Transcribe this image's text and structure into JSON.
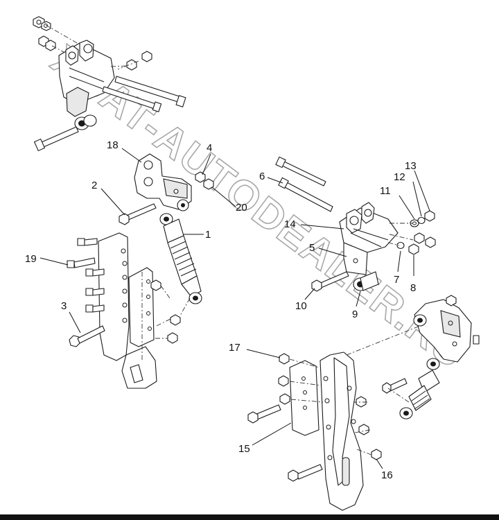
{
  "watermark": {
    "text": "XCAT-AUTODEALER.RU"
  },
  "callouts": [
    {
      "id": "label-1",
      "text": "1"
    },
    {
      "id": "label-2",
      "text": "2"
    },
    {
      "id": "label-3",
      "text": "3"
    },
    {
      "id": "label-4",
      "text": "4"
    },
    {
      "id": "label-5",
      "text": "5"
    },
    {
      "id": "label-6",
      "text": "6"
    },
    {
      "id": "label-7",
      "text": "7"
    },
    {
      "id": "label-8",
      "text": "8"
    },
    {
      "id": "label-9",
      "text": "9"
    },
    {
      "id": "label-10",
      "text": "10"
    },
    {
      "id": "label-11",
      "text": "11"
    },
    {
      "id": "label-12",
      "text": "12"
    },
    {
      "id": "label-13",
      "text": "13"
    },
    {
      "id": "label-14",
      "text": "14"
    },
    {
      "id": "label-15",
      "text": "15"
    },
    {
      "id": "label-16",
      "text": "16"
    },
    {
      "id": "label-17",
      "text": "17"
    },
    {
      "id": "label-18",
      "text": "18"
    },
    {
      "id": "label-19",
      "text": "19"
    },
    {
      "id": "label-20",
      "text": "20"
    }
  ]
}
